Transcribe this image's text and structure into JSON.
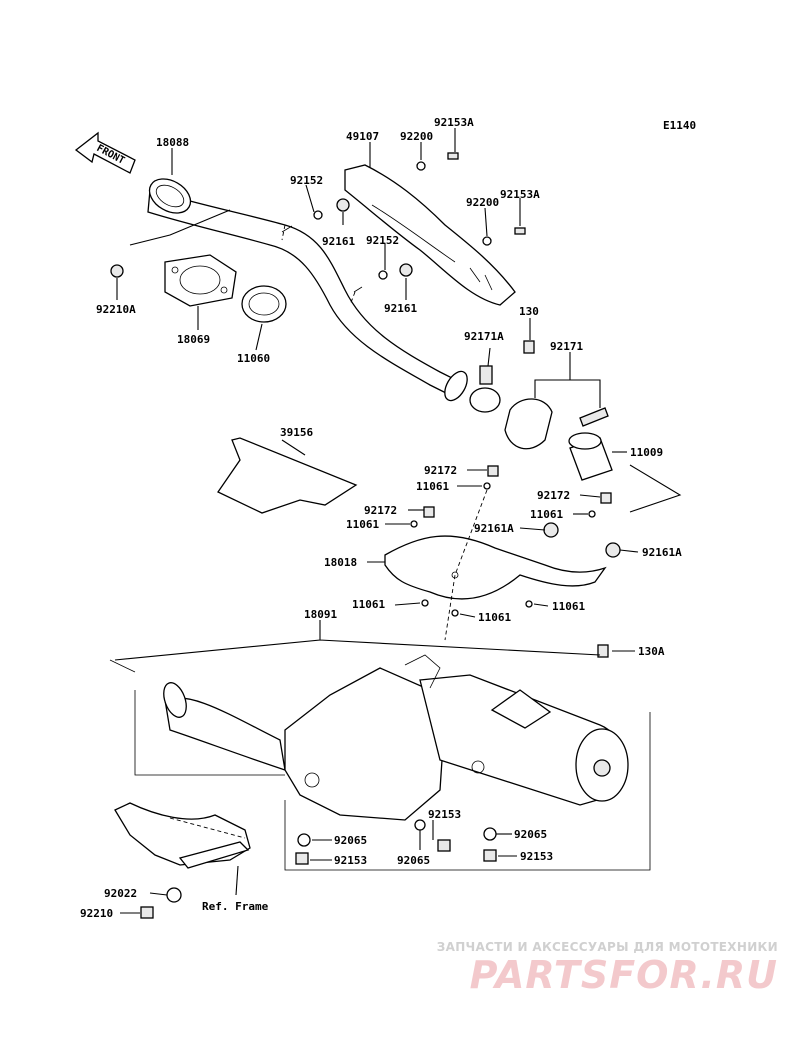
{
  "figure_code": "E1140",
  "front_label": "FRONT",
  "reference_label": "Ref. Frame",
  "callouts": {
    "c18088": "18088",
    "c49107": "49107",
    "c92200a": "92200",
    "c92153a_1": "92153A",
    "c92152a": "92152",
    "c92161a": "92161",
    "c92200b": "92200",
    "c92153a_2": "92153A",
    "c92152b": "92152",
    "c92161b": "92161",
    "c92210a": "92210A",
    "c18069": "18069",
    "c11060": "11060",
    "c130": "130",
    "c92171a": "92171A",
    "c92171": "92171",
    "c11009": "11009",
    "c39156": "39156",
    "c92172a": "92172",
    "c11061a": "11061",
    "c92172b": "92172",
    "c11061b": "11061",
    "c92172c": "92172",
    "c11061c": "11061",
    "c92161a_1": "92161A",
    "c92161a_2": "92161A",
    "c18018": "18018",
    "c11061d": "11061",
    "c11061e": "11061",
    "c11061f": "11061",
    "c18091": "18091",
    "c130a": "130A",
    "c92065a": "92065",
    "c92153b": "92153",
    "c92153c": "92153",
    "c92065b": "92065",
    "c92065c": "92065",
    "c92153d": "92153",
    "c92022": "92022",
    "c92210": "92210"
  },
  "watermark": {
    "tagline": "ЗАПЧАСТИ И АКСЕССУАРЫ ДЛЯ МОТОТЕХНИКИ",
    "logo": "PARTSFOR.RU"
  }
}
